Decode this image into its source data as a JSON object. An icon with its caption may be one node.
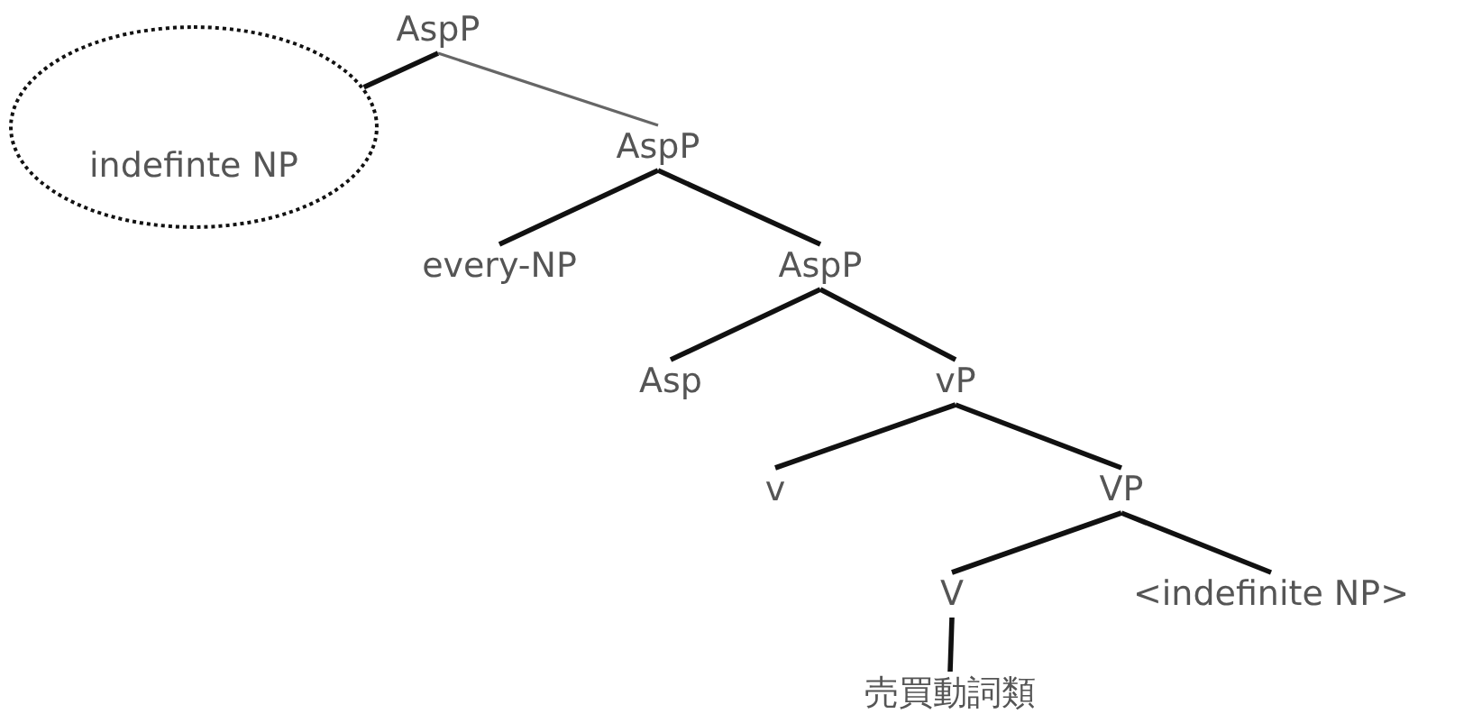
{
  "diagram": {
    "nodes": [
      {
        "text": [
          "AspP"
        ]
      },
      {
        "text": [
          "indefinte NP"
        ]
      },
      {
        "text": [
          "AspP"
        ]
      },
      {
        "text": [
          "every-NP"
        ]
      },
      {
        "text": [
          "AspP"
        ]
      },
      {
        "text": [
          "Asp"
        ]
      },
      {
        "text": [
          "vP"
        ]
      },
      {
        "text": [
          "v"
        ]
      },
      {
        "text": [
          "VP"
        ]
      },
      {
        "text": [
          "V"
        ]
      },
      {
        "text": [
          "<indefinite NP>"
        ]
      },
      {
        "text": [
          "売買動詞類"
        ]
      }
    ],
    "edges": [
      {
        "from": 0,
        "to": 1,
        "arrow": "none"
      },
      {
        "from": 0,
        "to": 2,
        "arrow": "none",
        "color": "#666666"
      },
      {
        "from": 2,
        "to": 3,
        "arrow": "none"
      },
      {
        "from": 2,
        "to": 4,
        "arrow": "none"
      },
      {
        "from": 4,
        "to": 5,
        "arrow": "none"
      },
      {
        "from": 4,
        "to": 6,
        "arrow": "none"
      },
      {
        "from": 6,
        "to": 7,
        "arrow": "none"
      },
      {
        "from": 6,
        "to": 8,
        "arrow": "none"
      },
      {
        "from": 8,
        "to": 9,
        "arrow": "none"
      },
      {
        "from": 8,
        "to": 10,
        "arrow": "none"
      },
      {
        "from": 9,
        "to": 11,
        "arrow": "none"
      }
    ]
  }
}
